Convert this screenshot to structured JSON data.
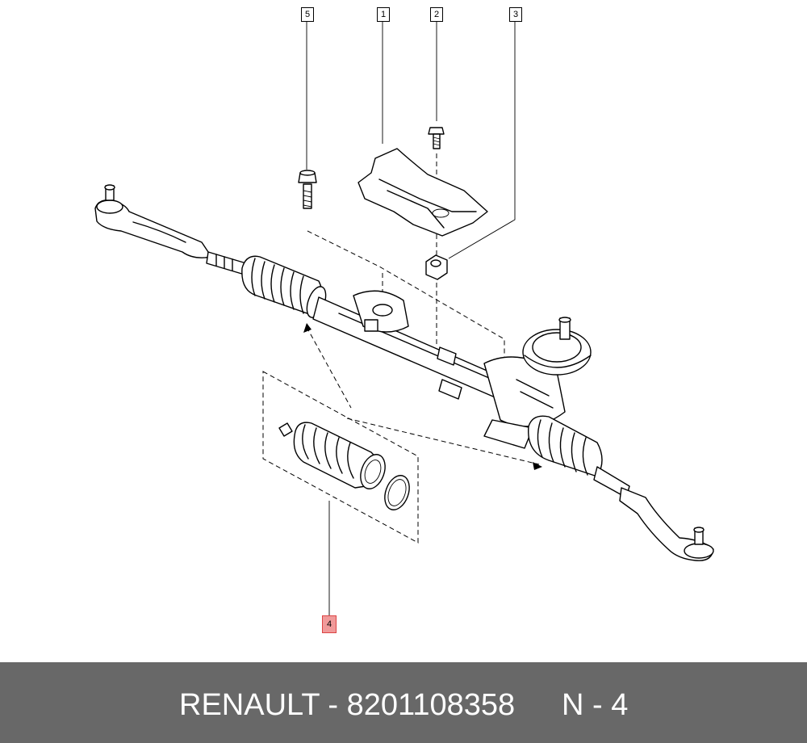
{
  "diagram": {
    "callouts": [
      "5",
      "1",
      "2",
      "3",
      "4"
    ],
    "highlighted_callout": "4"
  },
  "footer": {
    "brand_part": "RENAULT - 8201108358",
    "position_note": "N - 4"
  },
  "colors": {
    "footer_bg": "#686868",
    "highlight": "#f09a9a"
  }
}
